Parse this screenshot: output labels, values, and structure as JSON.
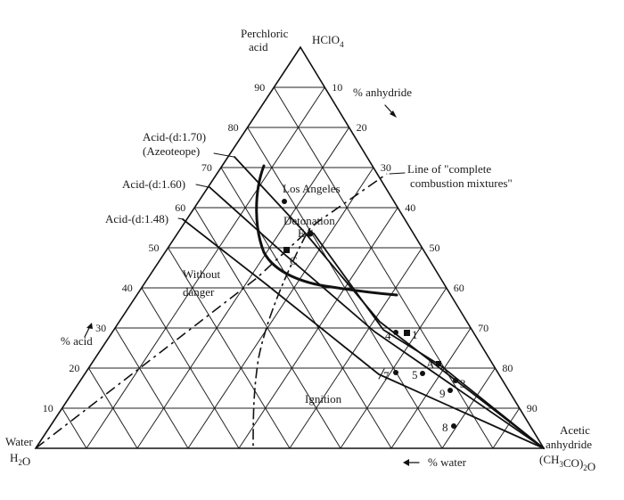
{
  "diagram": {
    "vertex_labels": {
      "top_name": [
        "Perchloric",
        "acid"
      ],
      "top_formula": "HClO4",
      "left_name": "Water",
      "left_formula": "H2O",
      "right_name": [
        "Acetic",
        "anhydride"
      ],
      "right_formula": "(CH3CO)2O"
    },
    "axis_labels": {
      "anhydride": "% anhydride",
      "acid": "% acid",
      "water": "% water"
    },
    "left_ticks": [
      "10",
      "20",
      "30",
      "40",
      "50",
      "60",
      "70",
      "80",
      "90"
    ],
    "right_ticks": [
      "10",
      "20",
      "30",
      "40",
      "50",
      "60",
      "70",
      "80",
      "90"
    ],
    "region_labels": {
      "los_angeles": "Los Angeles",
      "detonation": "Detonation",
      "without_danger": [
        "Without",
        "danger"
      ],
      "ignition": "Ignition"
    },
    "curve_labels": {
      "acid_170": [
        "Acid-(d:1.70)",
        "(Azeoteope)"
      ],
      "acid_160": "Acid-(d:1.60)",
      "acid_148": "Acid-(d:1.48)",
      "combustion_line": [
        "Line of \"complete",
        "combustion mixtures\""
      ]
    },
    "point_labels": [
      "E",
      "C",
      "A",
      "1",
      "3",
      "4",
      "5",
      "7",
      "8",
      "9"
    ]
  }
}
